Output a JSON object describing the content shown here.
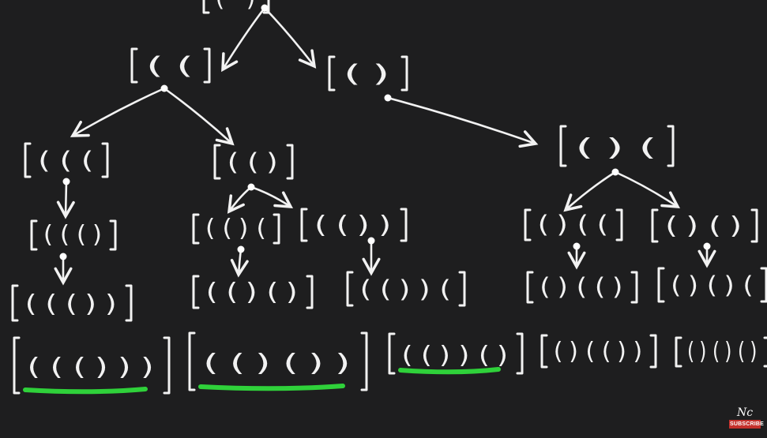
{
  "tree": {
    "nodes": [
      {
        "id": "root",
        "label": "( )"
      },
      {
        "id": "n_l",
        "label": "(("
      },
      {
        "id": "n_r",
        "label": "()"
      },
      {
        "id": "n_ll",
        "label": "((("
      },
      {
        "id": "n_lr",
        "label": "(()"
      },
      {
        "id": "n_rr",
        "label": "()("
      },
      {
        "id": "n_lll",
        "label": "((()"
      },
      {
        "id": "n_lrl",
        "label": "(()("
      },
      {
        "id": "n_lrr",
        "label": "(())"
      },
      {
        "id": "n_rrl",
        "label": "()(("
      },
      {
        "id": "n_rrr",
        "label": "()()"
      },
      {
        "id": "n_llll",
        "label": "((())"
      },
      {
        "id": "n_lrll",
        "label": "(()()"
      },
      {
        "id": "n_lrrl",
        "label": "(())("
      },
      {
        "id": "n_rrll",
        "label": "()(()"
      },
      {
        "id": "n_rrrl",
        "label": "()()("
      },
      {
        "id": "leaf1",
        "label": "((()))",
        "valid": true
      },
      {
        "id": "leaf2",
        "label": "(()())",
        "valid": true
      },
      {
        "id": "leaf3",
        "label": "(())()",
        "valid": true
      },
      {
        "id": "leaf4",
        "label": "()(())",
        "valid": false
      },
      {
        "id": "leaf5",
        "label": "()()()",
        "valid": false
      }
    ],
    "edges": [
      [
        "root",
        "n_l"
      ],
      [
        "root",
        "n_r"
      ],
      [
        "n_l",
        "n_ll"
      ],
      [
        "n_l",
        "n_lr"
      ],
      [
        "n_r",
        "n_rr"
      ],
      [
        "n_ll",
        "n_lll"
      ],
      [
        "n_lr",
        "n_lrl"
      ],
      [
        "n_lr",
        "n_lrr"
      ],
      [
        "n_rr",
        "n_rrl"
      ],
      [
        "n_rr",
        "n_rrr"
      ],
      [
        "n_lll",
        "n_llll"
      ],
      [
        "n_lrl",
        "n_lrll"
      ],
      [
        "n_lrr",
        "n_lrrl"
      ],
      [
        "n_rrl",
        "n_rrll"
      ],
      [
        "n_rrr",
        "n_rrrl"
      ]
    ],
    "highlight_color": "#2fd13a"
  },
  "branding": {
    "logo_mark": "Nc",
    "subscribe_label": "SUBSCRIBE"
  }
}
